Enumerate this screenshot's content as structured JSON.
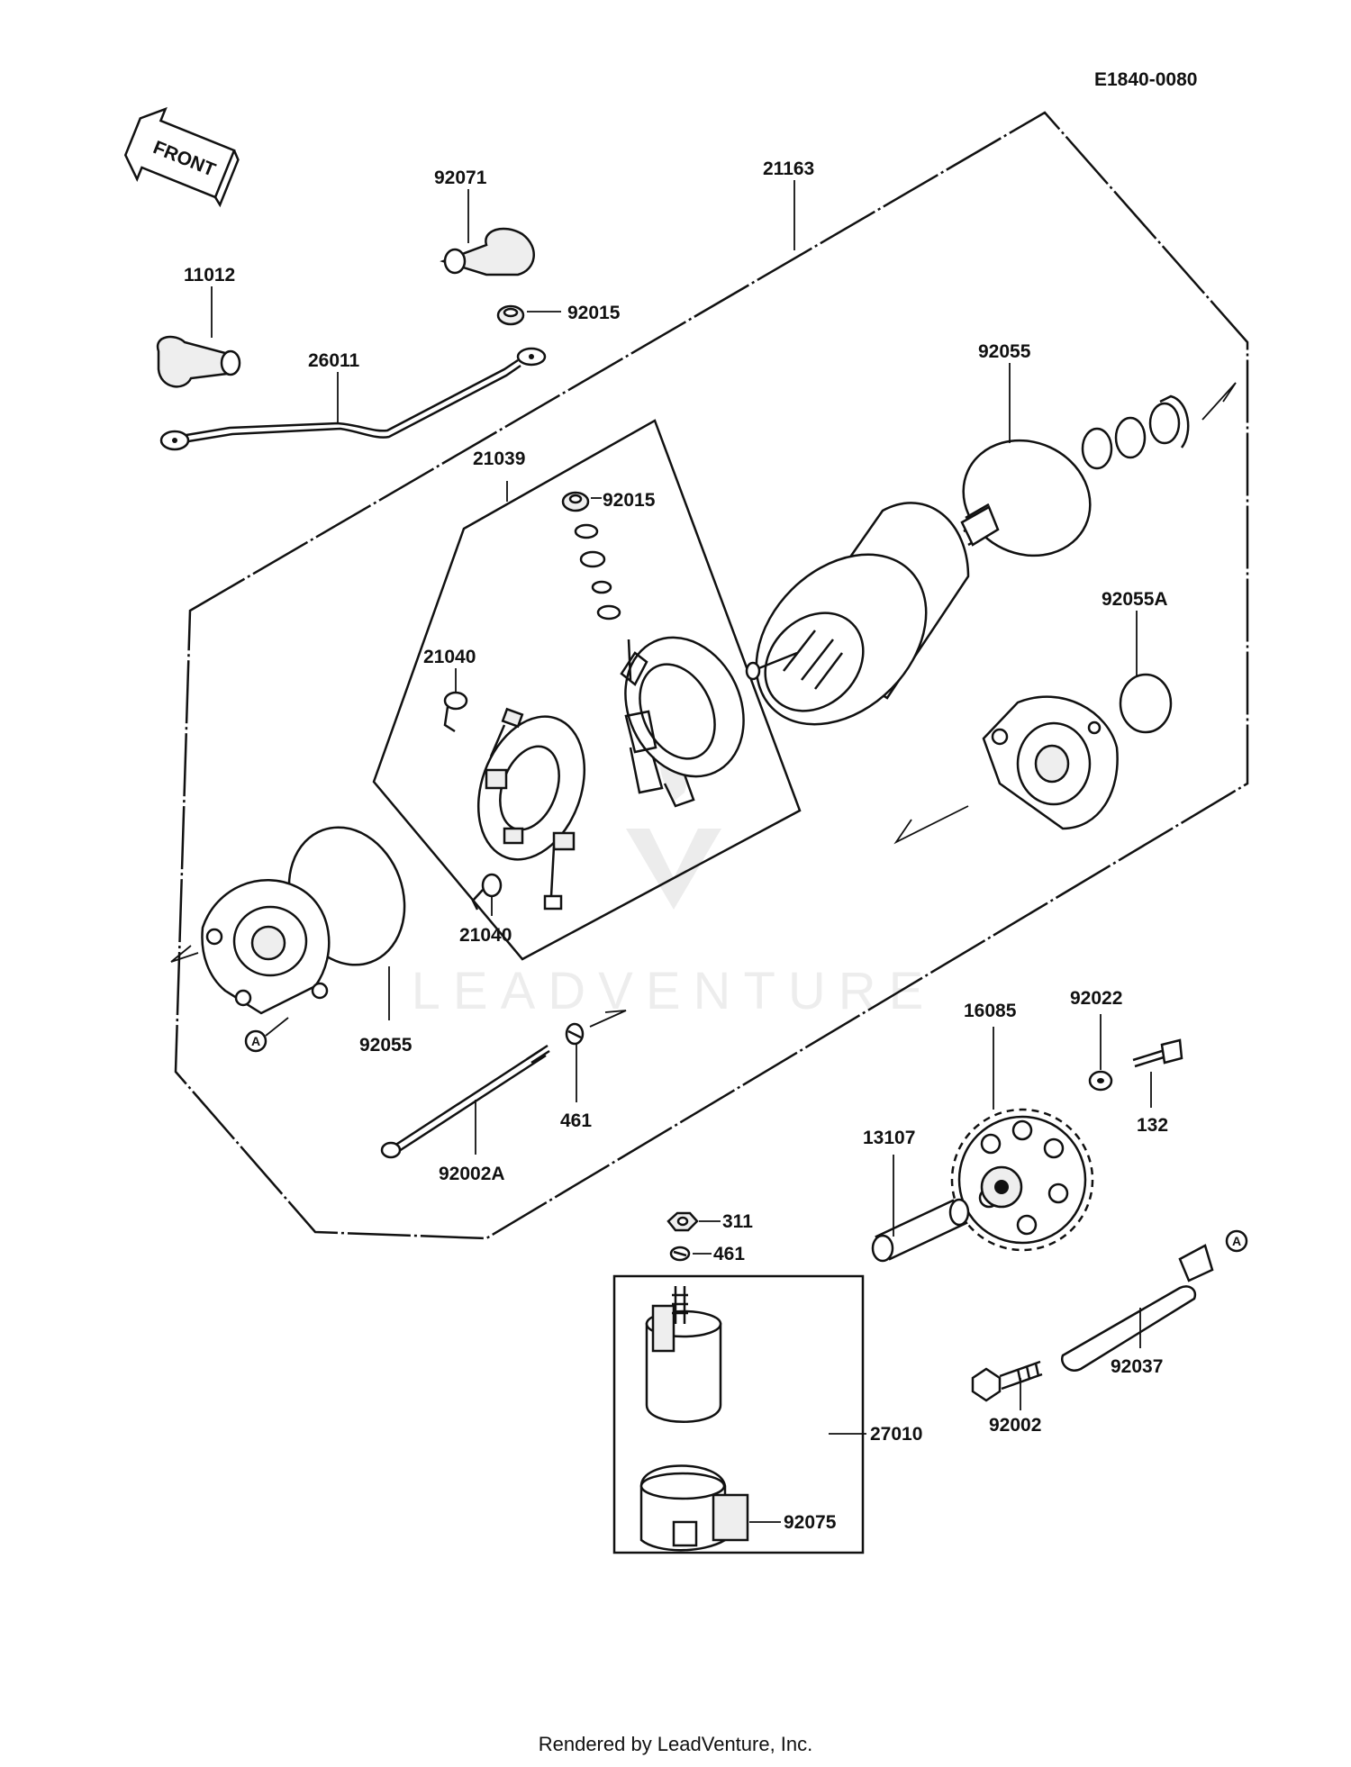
{
  "diagram": {
    "code": "E1840-0080",
    "front_label": "FRONT",
    "ref_marker": "A",
    "labels": {
      "p92071": "92071",
      "p21163": "21163",
      "p11012": "11012",
      "p92015_top": "92015",
      "p26011": "26011",
      "p92055_top": "92055",
      "p21039": "21039",
      "p92015_mid": "92015",
      "p92055A": "92055A",
      "p21040_top": "21040",
      "p21040_bot": "21040",
      "p92055_bot": "92055",
      "p461_mid": "461",
      "p92002A": "92002A",
      "p92022": "92022",
      "p16085": "16085",
      "p132": "132",
      "p13107": "13107",
      "p311": "311",
      "p461_low": "461",
      "p27010": "27010",
      "p92037": "92037",
      "p92002": "92002",
      "p92075": "92075"
    }
  },
  "watermark": {
    "text": "LEADVENTURE"
  },
  "footer": {
    "text": "Rendered by LeadVenture, Inc."
  }
}
